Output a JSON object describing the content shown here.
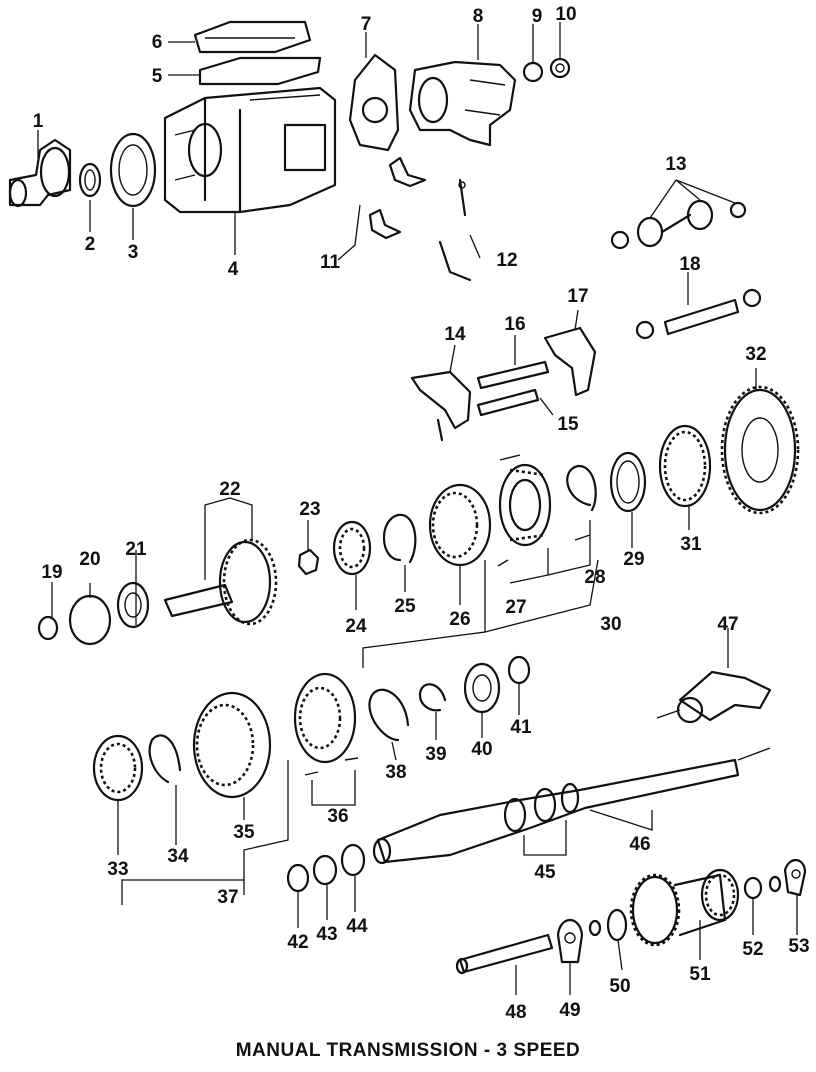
{
  "caption": "MANUAL TRANSMISSION - 3 SPEED",
  "part_numbers": [
    "1",
    "2",
    "3",
    "4",
    "5",
    "6",
    "7",
    "8",
    "9",
    "10",
    "11",
    "12",
    "13",
    "14",
    "15",
    "16",
    "17",
    "18",
    "19",
    "20",
    "21",
    "22",
    "23",
    "24",
    "25",
    "26",
    "27",
    "28",
    "29",
    "30",
    "31",
    "32",
    "33",
    "34",
    "35",
    "36",
    "37",
    "38",
    "39",
    "40",
    "41",
    "42",
    "43",
    "44",
    "45",
    "46",
    "47",
    "48",
    "49",
    "50",
    "51",
    "52",
    "53"
  ]
}
